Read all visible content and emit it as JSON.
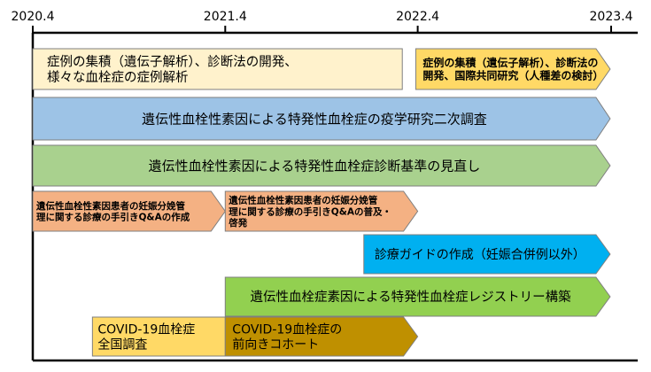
{
  "timeline": {
    "ticks": [
      "2020.4",
      "2021.4",
      "2022.4",
      "2023.4"
    ]
  },
  "colors": {
    "cream": "#fff2cc",
    "yellow": "#ffd966",
    "blue": "#9dc3e6",
    "green": "#a9d18e",
    "salmon": "#f4b183",
    "sky": "#00b0f0",
    "lime": "#92d050",
    "olive": "#bf9000",
    "outline": "#7f7f7f",
    "axis": "#000000"
  },
  "tasks": [
    {
      "id": "case-accumulation-1",
      "color": "cream",
      "start": 0.0,
      "end": 1.92,
      "arrow": "none",
      "lines": [
        "症例の集積（遺伝子解析）、診断法の開発、",
        "様々な血栓症の症例解析"
      ]
    },
    {
      "id": "case-accumulation-2",
      "color": "yellow",
      "start": 1.99,
      "end": 3.0,
      "arrow": "right",
      "lines": [
        "症例の集積（遺伝子解析）、診断法の",
        "開発、国際共同研究（人種差の検討）"
      ]
    },
    {
      "id": "epidemiology-survey",
      "color": "blue",
      "start": 0.0,
      "end": 3.0,
      "arrow": "right",
      "lines": [
        "遺伝性血栓性素因による特発性血栓症の疫学研究二次調査"
      ]
    },
    {
      "id": "diagnostic-criteria",
      "color": "green",
      "start": 0.0,
      "end": 3.0,
      "arrow": "right",
      "lines": [
        "遺伝性血栓性素因による特発性血栓症診断基準の見直し"
      ]
    },
    {
      "id": "pregnancy-manual-create",
      "color": "salmon",
      "start": 0.0,
      "end": 1.0,
      "arrow": "right",
      "lines": [
        "遺伝性血栓性素因患者の妊娠分娩管",
        "理に関する診療の手引きQ&Aの作成"
      ]
    },
    {
      "id": "pregnancy-manual-spread",
      "color": "salmon",
      "start": 1.0,
      "end": 2.0,
      "arrow": "right",
      "lines": [
        "遺伝性血栓性素因患者の妊娠分娩管",
        "理に関する診療の手引きQ&Aの普及・",
        "啓発"
      ]
    },
    {
      "id": "clinical-guide",
      "color": "sky",
      "start": 1.72,
      "end": 3.0,
      "arrow": "right",
      "lines": [
        "診療ガイドの作成（妊娠合併例以外）"
      ]
    },
    {
      "id": "registry",
      "color": "lime",
      "start": 1.0,
      "end": 3.0,
      "arrow": "right",
      "lines": [
        "遺伝性血栓症素因による特発性血栓症レジストリー構築"
      ]
    },
    {
      "id": "covid-survey",
      "color": "yellow",
      "start": 0.31,
      "end": 1.0,
      "arrow": "none",
      "lines": [
        "COVID-19血栓症",
        "全国調査"
      ]
    },
    {
      "id": "covid-cohort",
      "color": "olive",
      "start": 1.0,
      "end": 2.0,
      "arrow": "right",
      "lines": [
        "COVID-19血栓症の",
        "前向きコホート"
      ]
    }
  ]
}
